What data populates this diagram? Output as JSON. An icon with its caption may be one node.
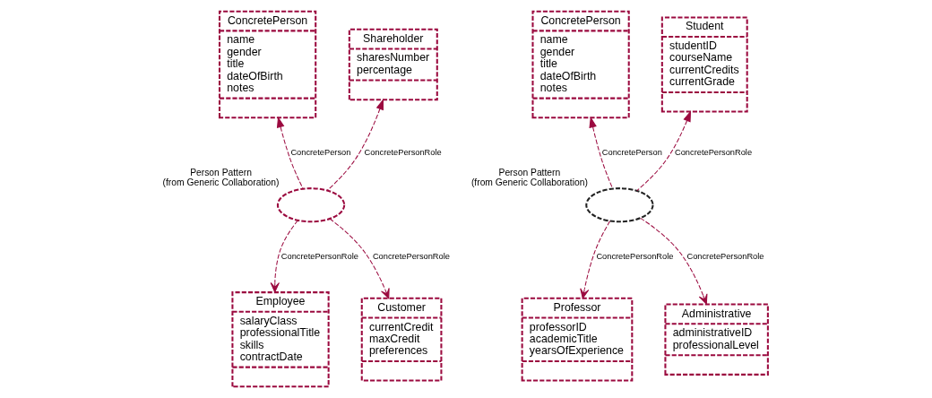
{
  "diagram": {
    "nodes": [
      {
        "text": [
          "ConcretePerson",
          "name",
          "gender",
          "title",
          "dateOfBirth",
          "notes"
        ]
      },
      {
        "text": [
          "Shareholder",
          "sharesNumber",
          "percentage"
        ]
      },
      {
        "text": [
          "Person Pattern",
          "(from Generic Collaboration)"
        ]
      },
      {
        "text": [
          "Employee",
          "salaryClass",
          "professionalTitle",
          "skills",
          "contractDate"
        ]
      },
      {
        "text": [
          "Customer",
          "currentCredit",
          "maxCredit",
          "preferences"
        ]
      },
      {
        "text": [
          "ConcretePerson",
          "name",
          "gender",
          "title",
          "dateOfBirth",
          "notes"
        ]
      },
      {
        "text": [
          "Student",
          "studentID",
          "courseName",
          "currentCredits",
          "currentGrade"
        ]
      },
      {
        "text": [
          "Person Pattern",
          "(from Generic Collaboration)"
        ]
      },
      {
        "text": [
          "Professor",
          "professorID",
          "academicTitle",
          "yearsOfExperience"
        ]
      },
      {
        "text": [
          "Administrative",
          "administrativeID",
          "professionalLevel"
        ]
      }
    ],
    "edges": [
      {
        "from": 2,
        "to": 0,
        "arrow": "to",
        "label": "ConcretePerson",
        "style": "dashed"
      },
      {
        "from": 2,
        "to": 1,
        "arrow": "to",
        "label": "ConcretePersonRole",
        "style": "dashed"
      },
      {
        "from": 2,
        "to": 3,
        "arrow": "to",
        "label": "ConcretePersonRole",
        "style": "dashed"
      },
      {
        "from": 2,
        "to": 4,
        "arrow": "to",
        "label": "ConcretePersonRole",
        "style": "dashed"
      },
      {
        "from": 7,
        "to": 5,
        "arrow": "to",
        "label": "ConcretePerson",
        "style": "dashed"
      },
      {
        "from": 7,
        "to": 6,
        "arrow": "to",
        "label": "ConcretePersonRole",
        "style": "dashed"
      },
      {
        "from": 7,
        "to": 8,
        "arrow": "to",
        "label": "ConcretePersonRole",
        "style": "dashed"
      },
      {
        "from": 7,
        "to": 9,
        "arrow": "to",
        "label": "ConcretePersonRole",
        "style": "dashed"
      }
    ]
  }
}
